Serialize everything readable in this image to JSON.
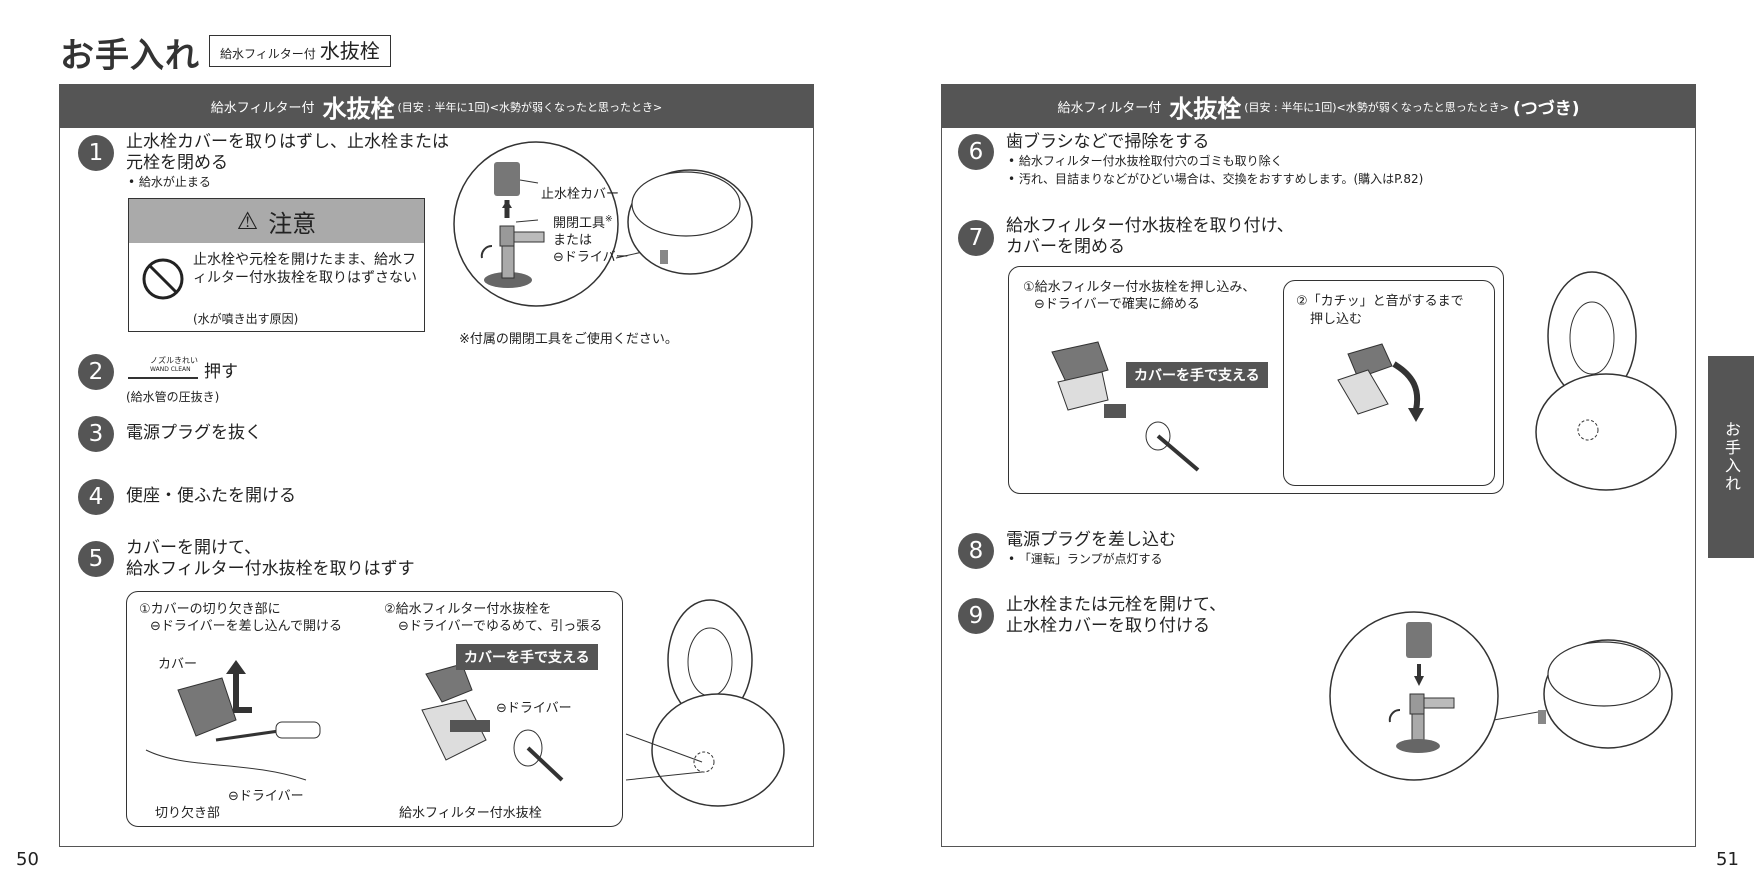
{
  "header": {
    "title": "お手入れ",
    "tag_small": "給水フィルター付",
    "tag_big": "水抜栓"
  },
  "left_panel": {
    "header_small": "給水フィルター付",
    "header_big": "水抜栓",
    "header_note": "(目安 : 半年に1回)<水勢が弱くなったと思ったとき>"
  },
  "right_panel": {
    "header_small": "給水フィルター付",
    "header_big": "水抜栓",
    "header_note": "(目安 : 半年に1回)<水勢が弱くなったと思ったとき>",
    "header_cont": "(つづき)"
  },
  "steps": [
    {
      "num": "1",
      "title_1": "止水栓カバーを取りはずし、止水栓または",
      "title_2": "元栓を閉める",
      "note": "• 給水が止まる"
    },
    {
      "num": "2",
      "title": "押す",
      "note": "(給水管の圧抜き)",
      "button_top": "ノズルきれい",
      "button_bottom": "WAND CLEAN"
    },
    {
      "num": "3",
      "title": "電源プラグを抜く"
    },
    {
      "num": "4",
      "title": "便座・便ふたを開ける"
    },
    {
      "num": "5",
      "title_1": "カバーを開けて、",
      "title_2": "給水フィルター付水抜栓を取りはずす"
    },
    {
      "num": "6",
      "title": "歯ブラシなどで掃除をする",
      "note_1": "• 給水フィルター付水抜栓取付穴のゴミも取り除く",
      "note_2": "• 汚れ、目詰まりなどがひどい場合は、交換をおすすめします。(購入はP.82)"
    },
    {
      "num": "7",
      "title_1": "給水フィルター付水抜栓を取り付け、",
      "title_2": "カバーを閉める"
    },
    {
      "num": "8",
      "title": "電源プラグを差し込む",
      "note": "• 「運転」ランプが点灯する"
    },
    {
      "num": "9",
      "title_1": "止水栓または元栓を開けて、",
      "title_2": "止水栓カバーを取り付ける"
    }
  ],
  "caution": {
    "title": "注意",
    "body": "止水栓や元栓を開けたまま、給水フィルター付水抜栓を取りはずさない",
    "sub": "(水が噴き出す原因)"
  },
  "diagram1": {
    "cover_label": "止水栓カバー",
    "tool_label_1": "開閉工具",
    "tool_mark": "※",
    "tool_label_2": "または",
    "tool_label_3": "⊖ドライバー",
    "footnote": "※付属の開閉工具をご使用ください。"
  },
  "diagram5": {
    "sub1_line1": "①カバーの切り欠き部に",
    "sub1_line2": "⊖ドライバーを差し込んで開ける",
    "sub2_line1": "②給水フィルター付水抜栓を",
    "sub2_line2": "⊖ドライバーでゆるめて、引っ張る",
    "cover": "カバー",
    "driver_a": "⊖ドライバー",
    "notch": "切り欠き部",
    "callout": "カバーを手で支える",
    "driver_b": "⊖ドライバー",
    "filter_plug": "給水フィルター付水抜栓"
  },
  "diagram7": {
    "sub1_line1": "①給水フィルター付水抜栓を押し込み、",
    "sub1_line2": "⊖ドライバーで確実に締める",
    "callout": "カバーを手で支える",
    "sub2_line1": "②「カチッ」と音がするまで",
    "sub2_line2": "押し込む"
  },
  "side_tab": "お手入れ",
  "page_left": "50",
  "page_right": "51"
}
